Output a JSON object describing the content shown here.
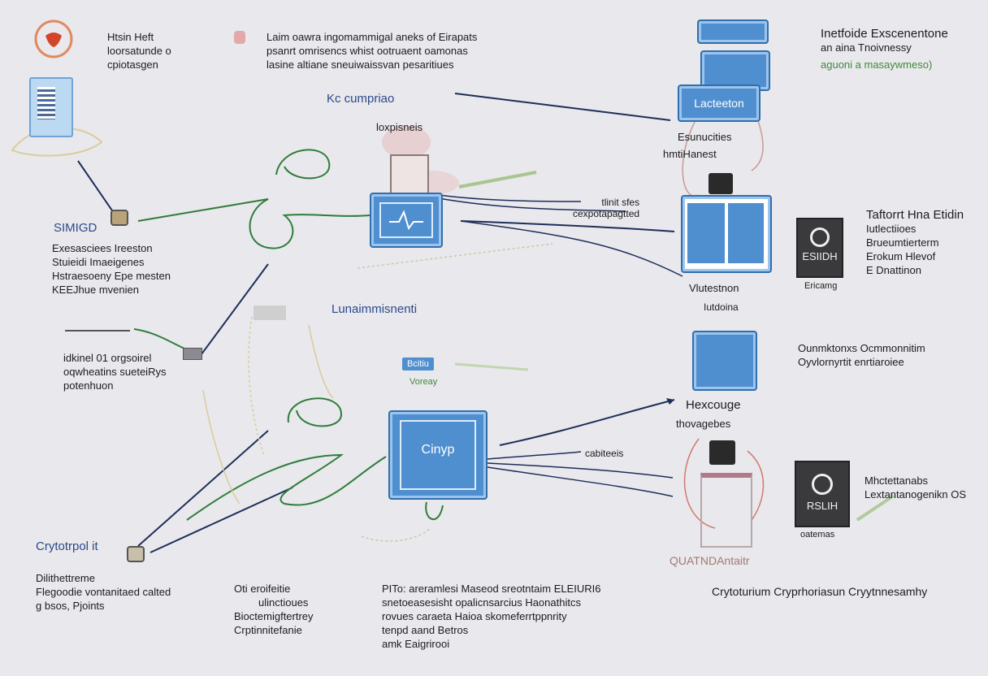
{
  "colors": {
    "background": "#e9e8ec",
    "box_blue": "#4f8fd0",
    "wire_navy": "#1e2e5a",
    "wire_green": "#2e7d3a",
    "label_blue": "#2b4a8a",
    "label_green": "#3f8a3a"
  },
  "top_left": {
    "lines": [
      "Htsin Heft",
      "loorsatunde o",
      "cpiotasgen"
    ]
  },
  "top_center": {
    "lines": [
      "Laim oawra ingomammigal aneks of Eirapats",
      "psanrt omrisencs whist ootruaent oamonas",
      "lasine altiane sneuiwaissvan pesaritiues"
    ]
  },
  "k_label": "Kc cumpriao",
  "k_sublabel": "loxpisneis",
  "top_right": {
    "title": "Inetfoide Exscenentone",
    "sub": "an aina Tnoivnessy",
    "green": "aguoni a masaywmeso)"
  },
  "stack_label": "Lacteeton",
  "mid_right_labels": [
    "Esunucities",
    "hmtiHanest"
  ],
  "wire_label_1": [
    "tlinit sfes",
    "cexpotapagtted"
  ],
  "left_block": {
    "heading": "SIMIGD",
    "lines": [
      "Exesasciees Ireeston",
      "Stuieidi Imaeigenes",
      "Hstraesoeny Epe mesten",
      "KEEJhue mvenien"
    ]
  },
  "left_block_2": {
    "lines": [
      "idkinel 01 orgsoirel",
      "oqwheatins sueteiRys",
      "potenhuon"
    ]
  },
  "qs_label": "Lunaimmisnenti",
  "center_badge": {
    "label": "Bcitiu",
    "sub": "Voreay"
  },
  "right_panel": {
    "label_1": "Vlutestnon",
    "label_2": "Iutdoina",
    "dark_block_text": "ESIIDH",
    "dark_block_caption": "Ericamg"
  },
  "far_right_1": {
    "lines": [
      "Taftorrt Hna Etidin",
      "Iutlectiioes",
      "Brueumtierterm",
      "Erokum Hlevof",
      "E Dnattinon"
    ]
  },
  "far_right_2": {
    "lines": [
      "Ounmktonxs Ocmmonnitim",
      "Oyvlornyrtit enrtiaroiee"
    ]
  },
  "mid_right_2_labels": [
    "Hexcouge",
    "thovagebes"
  ],
  "bottom_center_box_label": "Cinyp",
  "cables_label": "cabiteeis",
  "dark_block_2": {
    "text": "RSLIH",
    "caption": "oatemas"
  },
  "far_right_3": {
    "lines": [
      "Mhctettanabs",
      "Lextantanogenikn OS"
    ]
  },
  "quantum_label": "QUATNDAntaitr",
  "bottom_left": {
    "heading": "Crytotrpol it",
    "lines": [
      "Dilithettreme",
      "Flegoodie vontanitaed calted",
      "g bsos, Pjoints"
    ]
  },
  "bottom_center_left": {
    "lines": [
      "Oti eroifeitie",
      "ulinctioues",
      "Bioctemigftertrey",
      "Crptinnitefanie"
    ]
  },
  "bottom_center_right": {
    "lines": [
      "PITo: areramlesi Maseod sreotntaim ELEIURI6",
      "snetoeasesisht opalicnsarcius Haonathitcs",
      "rovues caraeta Haioa skomeferrtppnrity",
      "tenpd aand Betros",
      "amk Eaigrirooi"
    ]
  },
  "bottom_right_title": "Crytoturium Cryprhoriasun Cryytnnesamhy"
}
